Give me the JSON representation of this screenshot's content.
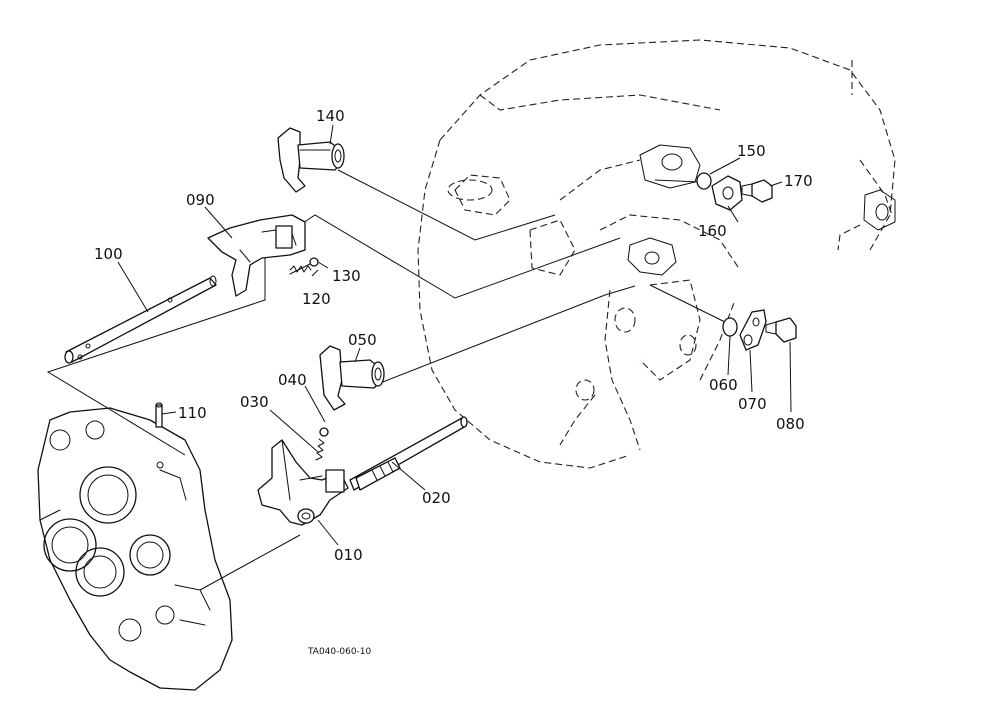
{
  "callouts": {
    "p010": "010",
    "p020": "020",
    "p030": "030",
    "p040": "040",
    "p050": "050",
    "p060": "060",
    "p070": "070",
    "p080": "080",
    "p090": "090",
    "p100": "100",
    "p110": "110",
    "p120": "120",
    "p130": "130",
    "p140": "140",
    "p150": "150",
    "p160": "160",
    "p170": "170"
  },
  "figure_id": "TA040-060-10"
}
